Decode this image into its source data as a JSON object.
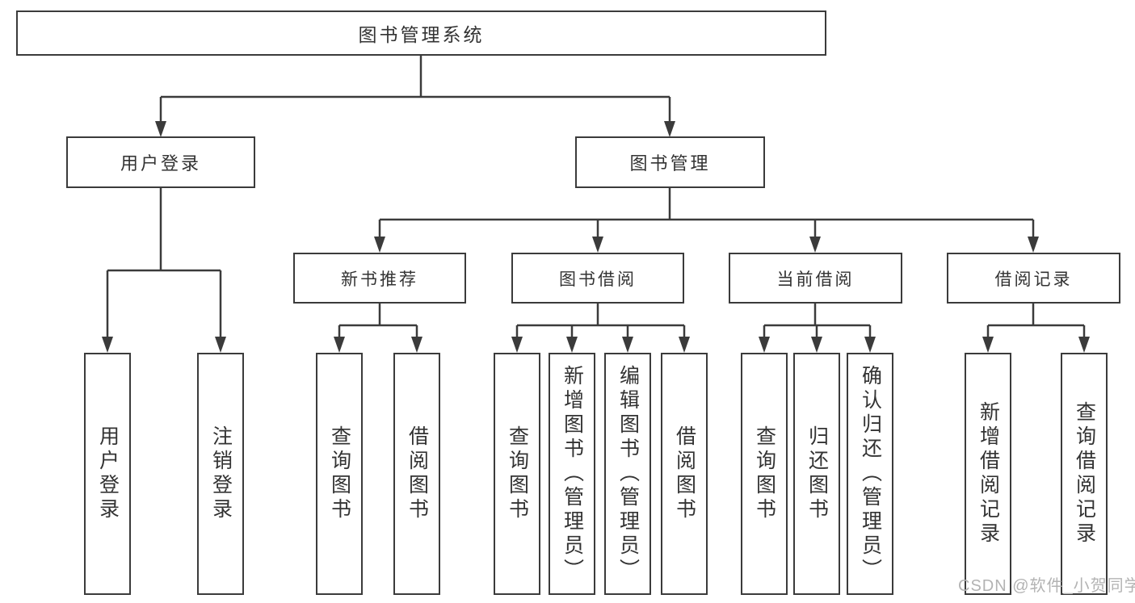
{
  "diagram": {
    "root": {
      "label": "图书管理系统"
    },
    "level2": [
      {
        "id": "user-login",
        "label": "用户登录"
      },
      {
        "id": "book-management",
        "label": "图书管理"
      }
    ],
    "level3": [
      {
        "id": "new-book-recommend",
        "label": "新书推荐",
        "parent": "book-management"
      },
      {
        "id": "book-borrow",
        "label": "图书借阅",
        "parent": "book-management"
      },
      {
        "id": "current-borrow",
        "label": "当前借阅",
        "parent": "book-management"
      },
      {
        "id": "borrow-records",
        "label": "借阅记录",
        "parent": "book-management"
      }
    ],
    "leaves": [
      {
        "id": "user-login-leaf",
        "label": "用户登录",
        "parent": "user-login"
      },
      {
        "id": "logout-login",
        "label": "注销登录",
        "parent": "user-login"
      },
      {
        "id": "query-books-recommend",
        "label": "查询图书",
        "parent": "new-book-recommend"
      },
      {
        "id": "borrow-books-recommend",
        "label": "借阅图书",
        "parent": "new-book-recommend"
      },
      {
        "id": "query-books-borrow",
        "label": "查询图书",
        "parent": "book-borrow"
      },
      {
        "id": "add-book-admin",
        "label": "新增图书（管理员）",
        "parent": "book-borrow"
      },
      {
        "id": "edit-book-admin",
        "label": "编辑图书（管理员）",
        "parent": "book-borrow"
      },
      {
        "id": "borrow-books",
        "label": "借阅图书",
        "parent": "book-borrow"
      },
      {
        "id": "query-books-current",
        "label": "查询图书",
        "parent": "current-borrow"
      },
      {
        "id": "return-book",
        "label": "归还图书",
        "parent": "current-borrow"
      },
      {
        "id": "confirm-return-admin",
        "label": "确认归还（管理员）",
        "parent": "current-borrow"
      },
      {
        "id": "add-borrow-record",
        "label": "新增借阅记录",
        "parent": "borrow-records"
      },
      {
        "id": "query-borrow-record",
        "label": "查询借阅记录",
        "parent": "borrow-records"
      }
    ]
  },
  "watermark": {
    "text": "CSDN @软件_小贺同学"
  },
  "colors": {
    "line": "#3b3b3b",
    "text": "#333333",
    "watermark": "#b3b3b3",
    "background": "#ffffff"
  }
}
